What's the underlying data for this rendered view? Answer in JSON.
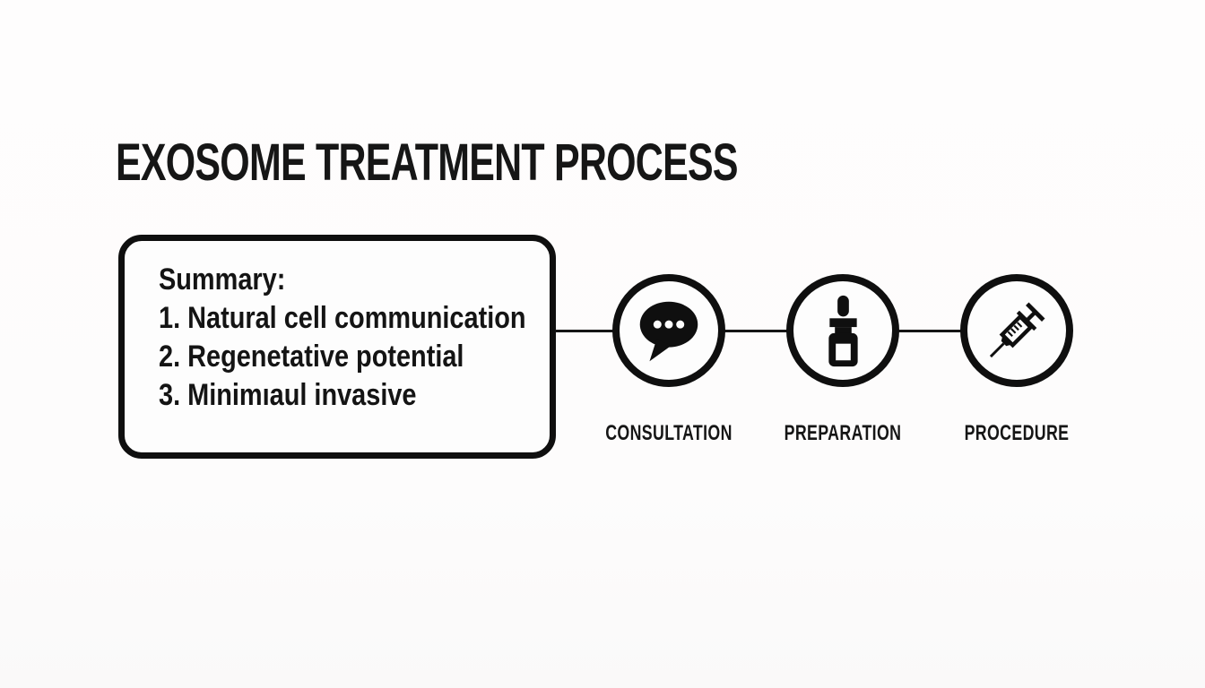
{
  "title": "EXOSOME TREATMENT PROCESS",
  "summary": {
    "heading": "Summary:",
    "items": [
      "1. Natural cell communication",
      "2. Regenetative potential",
      "3. Minimıaul invasive"
    ]
  },
  "steps": [
    {
      "label": "CONSULTATION",
      "icon": "speech-bubble-icon"
    },
    {
      "label": "PREPARATION",
      "icon": "dropper-bottle-icon"
    },
    {
      "label": "PROCEDURE",
      "icon": "syringe-icon"
    }
  ],
  "colors": {
    "ink": "#0f0f0f",
    "background": "#fdfdfd"
  }
}
